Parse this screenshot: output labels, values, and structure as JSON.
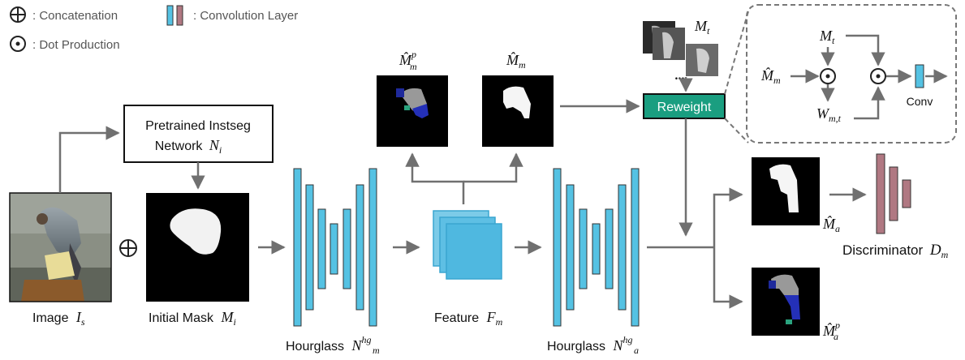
{
  "legend": {
    "concat_label": ": Concatenation",
    "dot_label": ": Dot Production",
    "conv_label": ": Convolution Layer"
  },
  "boxes": {
    "pretrained_line1": "Pretrained Instseg",
    "pretrained_line2": "Network",
    "pretrained_symbol": "N",
    "pretrained_sub": "i",
    "reweight": "Reweight",
    "conv": "Conv"
  },
  "labels": {
    "image": "Image",
    "image_sym": "I",
    "image_sub": "s",
    "initial_mask": "Initial Mask",
    "initial_mask_sym": "M",
    "initial_mask_sub": "i",
    "hourglass_m": "Hourglass",
    "hourglass_m_sym": "N",
    "hourglass_m_sub": "m",
    "hourglass_m_sup": "hg",
    "feature": "Feature",
    "feature_sym": "F",
    "feature_sub": "m",
    "hourglass_a": "Hourglass",
    "hourglass_a_sym": "N",
    "hourglass_a_sub": "a",
    "hourglass_a_sup": "hg",
    "discriminator": "Discriminator",
    "discriminator_sym": "D",
    "discriminator_sub": "m",
    "mhat_p_sym": "M̂",
    "mhat_p_sub": "m",
    "mhat_p_sup": "p",
    "mhat_sym": "M̂",
    "mhat_sub": "m",
    "mt_sym": "M",
    "mt_sub": "t",
    "ellipsis": "...",
    "inset_mhat_sym": "M̂",
    "inset_mhat_sub": "m",
    "inset_mt_sym": "M",
    "inset_mt_sub": "t",
    "inset_w_sym": "W",
    "inset_w_sub": "m,t",
    "out_a_sym": "M̂",
    "out_a_sub": "a",
    "out_ap_sym": "M̂",
    "out_ap_sub": "a",
    "out_ap_sup": "p"
  },
  "colors": {
    "conv_blue": "#55c2e3",
    "conv_pink": "#b07882",
    "reweight_green": "#1a9e80",
    "arrow": "#707070",
    "feature_blue": "#4fb8e0"
  }
}
